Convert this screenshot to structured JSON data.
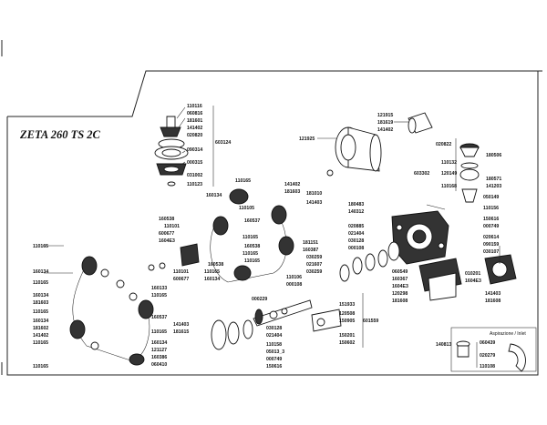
{
  "title": "ZETA 260 TS 2C",
  "inlet_box_label": "Aspirazione / Inlet",
  "callouts": [
    {
      "id": "c001",
      "text": "110116"
    },
    {
      "id": "c002",
      "text": "060816"
    },
    {
      "id": "c003",
      "text": "181601"
    },
    {
      "id": "c004",
      "text": "141402"
    },
    {
      "id": "c005",
      "text": "020820"
    },
    {
      "id": "c006",
      "text": "090314"
    },
    {
      "id": "c007",
      "text": "000315"
    },
    {
      "id": "c008",
      "text": "031002"
    },
    {
      "id": "c009",
      "text": "110123"
    },
    {
      "id": "c010",
      "text": "603124"
    },
    {
      "id": "c011",
      "text": "121925"
    },
    {
      "id": "c012",
      "text": "121915"
    },
    {
      "id": "c013",
      "text": "181619"
    },
    {
      "id": "c014",
      "text": "141402"
    },
    {
      "id": "c015",
      "text": "020822"
    },
    {
      "id": "c016",
      "text": "110132"
    },
    {
      "id": "c017",
      "text": "120149"
    },
    {
      "id": "c018",
      "text": "110168"
    },
    {
      "id": "c019",
      "text": "603302"
    },
    {
      "id": "c020",
      "text": "180506"
    },
    {
      "id": "c021",
      "text": "180571"
    },
    {
      "id": "c022",
      "text": "141203"
    },
    {
      "id": "c023",
      "text": "050149"
    },
    {
      "id": "c024",
      "text": "110156"
    },
    {
      "id": "c025",
      "text": "150616"
    },
    {
      "id": "c026",
      "text": "000749"
    },
    {
      "id": "c027",
      "text": "110165"
    },
    {
      "id": "c028",
      "text": "160134"
    },
    {
      "id": "c029",
      "text": "110105"
    },
    {
      "id": "c030",
      "text": "141402"
    },
    {
      "id": "c031",
      "text": "181603"
    },
    {
      "id": "c032",
      "text": "181010"
    },
    {
      "id": "c033",
      "text": "141403"
    },
    {
      "id": "c034",
      "text": "180483"
    },
    {
      "id": "c035",
      "text": "140312"
    },
    {
      "id": "c036",
      "text": "020885"
    },
    {
      "id": "c037",
      "text": "021404"
    },
    {
      "id": "c038",
      "text": "030128"
    },
    {
      "id": "c039",
      "text": "000108"
    },
    {
      "id": "c040",
      "text": "020614"
    },
    {
      "id": "c041",
      "text": "090159"
    },
    {
      "id": "c042",
      "text": "030107"
    },
    {
      "id": "c043",
      "text": "160538"
    },
    {
      "id": "c044",
      "text": "110101"
    },
    {
      "id": "c045",
      "text": "600677"
    },
    {
      "id": "c046",
      "text": "1604E3"
    },
    {
      "id": "c047",
      "text": "160537"
    },
    {
      "id": "c048",
      "text": "110165"
    },
    {
      "id": "c049",
      "text": "160538"
    },
    {
      "id": "c050",
      "text": "110165"
    },
    {
      "id": "c051",
      "text": "160538"
    },
    {
      "id": "c052",
      "text": "110101"
    },
    {
      "id": "c053",
      "text": "600677"
    },
    {
      "id": "c054",
      "text": "110165"
    },
    {
      "id": "c055",
      "text": "160134"
    },
    {
      "id": "c056",
      "text": "110165"
    },
    {
      "id": "c057",
      "text": "181151"
    },
    {
      "id": "c058",
      "text": "160387"
    },
    {
      "id": "c059",
      "text": "110106"
    },
    {
      "id": "c060",
      "text": "030259"
    },
    {
      "id": "c061",
      "text": "021607"
    },
    {
      "id": "c062",
      "text": "030259"
    },
    {
      "id": "c063",
      "text": "000108"
    },
    {
      "id": "c064",
      "text": "060549"
    },
    {
      "id": "c065",
      "text": "160367"
    },
    {
      "id": "c066",
      "text": "1604E3"
    },
    {
      "id": "c067",
      "text": "120298"
    },
    {
      "id": "c068",
      "text": "181608"
    },
    {
      "id": "c069",
      "text": "010201"
    },
    {
      "id": "c070",
      "text": "1604E3"
    },
    {
      "id": "c071",
      "text": "141403"
    },
    {
      "id": "c072",
      "text": "181608"
    },
    {
      "id": "c073",
      "text": "110165"
    },
    {
      "id": "c074",
      "text": "160134"
    },
    {
      "id": "c075",
      "text": "110165"
    },
    {
      "id": "c076",
      "text": "160134"
    },
    {
      "id": "c077",
      "text": "181603"
    },
    {
      "id": "c078",
      "text": "110165"
    },
    {
      "id": "c079",
      "text": "160134"
    },
    {
      "id": "c080",
      "text": "181602"
    },
    {
      "id": "c081",
      "text": "141402"
    },
    {
      "id": "c082",
      "text": "110165"
    },
    {
      "id": "c083",
      "text": "160133"
    },
    {
      "id": "c084",
      "text": "110165"
    },
    {
      "id": "c085",
      "text": "160537"
    },
    {
      "id": "c086",
      "text": "110165"
    },
    {
      "id": "c087",
      "text": "160134"
    },
    {
      "id": "c088",
      "text": "121127"
    },
    {
      "id": "c089",
      "text": "160386"
    },
    {
      "id": "c090",
      "text": "060410"
    },
    {
      "id": "c091",
      "text": "141403"
    },
    {
      "id": "c092",
      "text": "181615"
    },
    {
      "id": "c093",
      "text": "000229"
    },
    {
      "id": "c094",
      "text": "030128"
    },
    {
      "id": "c095",
      "text": "021404"
    },
    {
      "id": "c096",
      "text": "110158"
    },
    {
      "id": "c097",
      "text": "05013_3"
    },
    {
      "id": "c098",
      "text": "000749"
    },
    {
      "id": "c099",
      "text": "150616"
    },
    {
      "id": "c100",
      "text": "151933"
    },
    {
      "id": "c101",
      "text": "120508"
    },
    {
      "id": "c102",
      "text": "150905"
    },
    {
      "id": "c103",
      "text": "601559"
    },
    {
      "id": "c104",
      "text": "150201"
    },
    {
      "id": "c105",
      "text": "150602"
    },
    {
      "id": "c106",
      "text": "140813"
    },
    {
      "id": "c107",
      "text": "060439"
    },
    {
      "id": "c108",
      "text": "020279"
    },
    {
      "id": "c109",
      "text": "110108"
    },
    {
      "id": "c110",
      "text": "110165"
    }
  ]
}
